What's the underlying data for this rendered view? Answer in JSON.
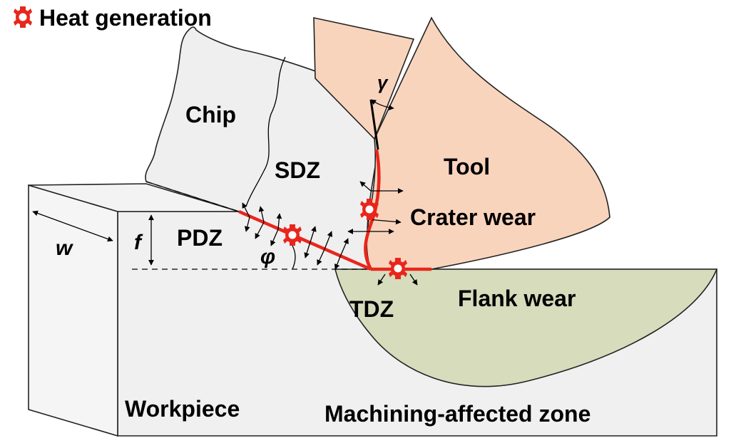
{
  "legend": {
    "label": "Heat generation",
    "icon": "heat-generation-gear-icon"
  },
  "labels": {
    "chip": "Chip",
    "sdz": "SDZ",
    "tool": "Tool",
    "crater_wear": "Crater wear",
    "pdz": "PDZ",
    "phi": "φ",
    "gamma": "γ",
    "f": "f",
    "w": "w",
    "tdz": "TDZ",
    "flank_wear": "Flank wear",
    "workpiece": "Workpiece",
    "machining_zone": "Machining-affected zone"
  },
  "colors": {
    "heat": "#e8261c",
    "tool_fill": "#f9d4bd",
    "flank_fill": "#d6dcbc",
    "chip_fill": "#efefef",
    "workpiece_fill": "#f0f0f0"
  }
}
